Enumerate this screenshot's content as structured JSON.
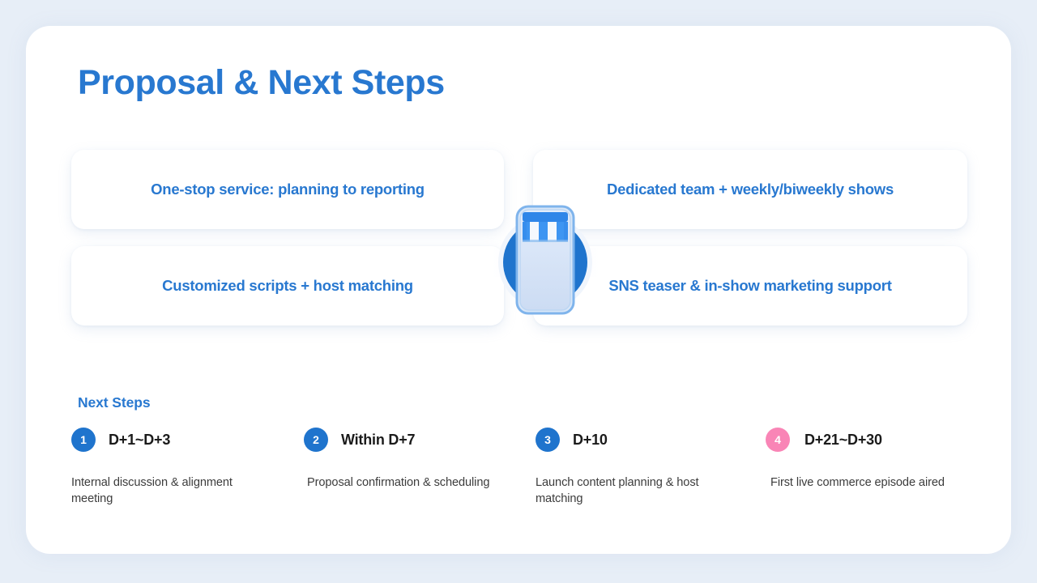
{
  "theme": {
    "page_bg": "#e7eef7",
    "card_bg": "#ffffff",
    "accent_blue": "#2878d0",
    "badge_blue": "#1f74cd",
    "badge_pink": "#f985b6",
    "body_text": "#3c3c3c"
  },
  "header": {
    "title": "Proposal & Next Steps"
  },
  "features": {
    "cards": [
      {
        "label": "One-stop service: planning to reporting",
        "position": "top-left"
      },
      {
        "label": "Dedicated team + weekly/biweekly shows",
        "position": "top-right"
      },
      {
        "label": "Customized scripts + host matching",
        "position": "bottom-left"
      },
      {
        "label": "SNS teaser & in-show marketing support",
        "position": "bottom-right"
      }
    ],
    "center_icon": "live-commerce-shop-phone-icon"
  },
  "next_steps": {
    "label": "Next Steps",
    "items": [
      {
        "number": "1",
        "period": "D+1~D+3",
        "description": "Internal discussion & alignment meeting",
        "color": "#1f74cd"
      },
      {
        "number": "2",
        "period": "Within D+7",
        "description": "Proposal confirmation & scheduling",
        "color": "#1f74cd"
      },
      {
        "number": "3",
        "period": "D+10",
        "description": "Launch content planning & host matching",
        "color": "#1f74cd"
      },
      {
        "number": "4",
        "period": "D+21~D+30",
        "description": "First live commerce episode aired",
        "color": "#f985b6"
      }
    ]
  }
}
